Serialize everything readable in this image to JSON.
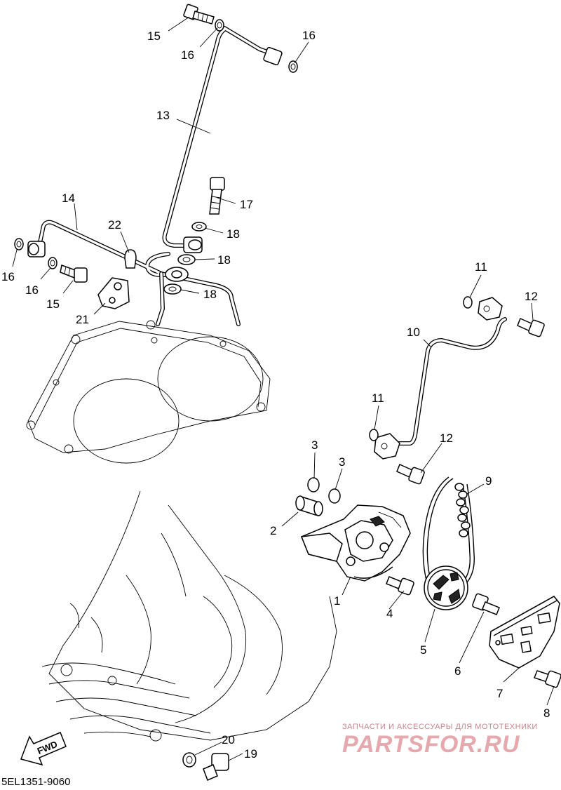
{
  "diagram_code": "5EL1351-9060",
  "fwd_label": "FWD",
  "watermark": {
    "line1": "ЗАПЧАСТИ И АКСЕССУАРЫ ДЛЯ МОТОТЕХНИКИ",
    "line2": "PARTSFOR.RU"
  },
  "callouts": {
    "c1": "1",
    "c2": "2",
    "c3a": "3",
    "c3b": "3",
    "c4": "4",
    "c5": "5",
    "c6": "6",
    "c7": "7",
    "c8": "8",
    "c9": "9",
    "c10": "10",
    "c11a": "11",
    "c11b": "11",
    "c12a": "12",
    "c12b": "12",
    "c13": "13",
    "c14": "14",
    "c15a": "15",
    "c15b": "15",
    "c16a": "16",
    "c16b": "16",
    "c16c": "16",
    "c16d": "16",
    "c17": "17",
    "c18a": "18",
    "c18b": "18",
    "c18c": "18",
    "c19": "19",
    "c20": "20",
    "c21": "21",
    "c22": "22"
  }
}
